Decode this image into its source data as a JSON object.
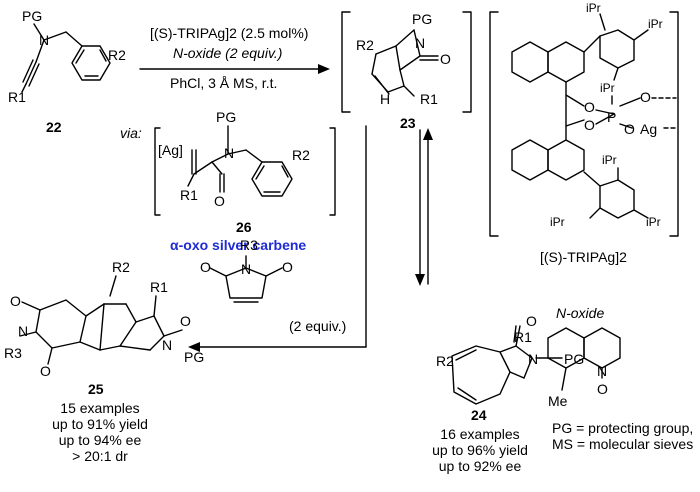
{
  "reaction": {
    "catalyst": "[(S)-TRIPAg]2 (2.5 mol%)",
    "oxidant": "N-oxide (2 equiv.)",
    "conditions": "PhCl, 3 Å MS, r.t.",
    "via": "via:",
    "reagent_equiv": "(2 equiv.)"
  },
  "compounds": {
    "c22": "22",
    "c23": "23",
    "c24": "24",
    "c25": "25",
    "c26": "26"
  },
  "labels": {
    "carbene": "α-oxo silver carbene",
    "tripag": "[(S)-TRIPAg]2",
    "noxide": "N-oxide",
    "pg_def": "PG = protecting group,",
    "ms_def": "MS = molecular sieves"
  },
  "results24": [
    "16 examples",
    "up to 96% yield",
    "up to 92% ee"
  ],
  "results25": [
    "15 examples",
    "up to 91% yield",
    "up to 94% ee",
    "> 20:1 dr"
  ],
  "atoms": {
    "PG": "PG",
    "N": "N",
    "R1": "R1",
    "R2": "R2",
    "R3": "R3",
    "O": "O",
    "P": "P",
    "Ag": "Ag",
    "Ag_br": "[Ag]",
    "H": "H",
    "iPr": "iPr",
    "Me": "Me"
  },
  "colors": {
    "carbene": "#1f2bd6",
    "ink": "#000000"
  }
}
